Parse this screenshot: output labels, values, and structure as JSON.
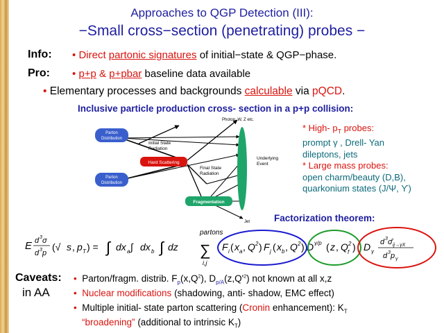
{
  "title": {
    "line1": "Approaches to QGP Detection (III):",
    "line2": "−Small cross−section (penetrating) probes −"
  },
  "info": {
    "label": "Info:",
    "bullet": "•",
    "part1": "Direct ",
    "link": "partonic signatures",
    "part2": " of initial−state & QGP−phase."
  },
  "pro": {
    "label": "Pro:",
    "bullet": "•",
    "link1": "p+p",
    "amp": " & ",
    "link2": "p+pbar",
    "rest": " baseline data available"
  },
  "elementary": {
    "bullet": "•",
    "part1": "Elementary processes and backgrounds ",
    "link": "calculable",
    "part2": " via ",
    "pqcd": "pQCD",
    "dot": "."
  },
  "inclusive_heading": "Inclusive particle production cross- section in a p+p collision:",
  "diagram": {
    "parton_dist_1": [
      "Parton",
      "Distribution"
    ],
    "parton_dist_2": [
      "Parton",
      "Distribution"
    ],
    "isr": [
      "Initial State",
      "Radiation"
    ],
    "hard_scattering": "Hard Scattering",
    "fsr": [
      "Final State",
      "Radiation"
    ],
    "underlying": [
      "Underlying",
      "Event"
    ],
    "photon": "Photon, W, Z etc.",
    "fragmentation": "Fragmentation",
    "jet": "Jet"
  },
  "probes": {
    "l1": "* High- p",
    "l1_sub": "T",
    "l1_end": " probes:",
    "l2": "prompt γ , Drell- Yan",
    "l3": "dileptons, jets",
    "l4": "* Large mass probes:",
    "l5": "open charm/beauty (D,B),",
    "l6_a": "quarkonium states (J/",
    "l6_psi": "Ψ",
    "l6_b": ", ",
    "l6_ups": "ϒ",
    "l6_c": ")"
  },
  "factorization": "Factorization theorem:",
  "formula": {
    "partons_label": "partons",
    "sum_index": "i,j"
  },
  "caveats": {
    "label": "Caveats:",
    "in_aa": "in AA",
    "b1_pre": "Parton/fragm. distrib. F",
    "b1_sub": "p",
    "b1_mid1": "(x,Q",
    "b1_sup1": "2",
    "b1_mid2": "), D",
    "b1_sub2": "p/A",
    "b1_mid3": "(z,Q'",
    "b1_sup2": "2",
    "b1_end": ") not known at all x,z",
    "b2_red": "Nuclear modifications",
    "b2_rest": " (shadowing, anti- shadow, EMC effect)",
    "b3_pre": "Multiple initial- state parton scattering (",
    "b3_red": "Cronin",
    "b3_mid": " enhancement): K",
    "b3_sub": "T",
    "b4_red": "“broadening”",
    "b4_rest": " (additional to intrinsic K",
    "b4_sub": "T",
    "b4_end": ")"
  },
  "colors": {
    "title_blue": "#1e1ea0",
    "accent_red": "#d9140f",
    "teal": "#0b6a7a",
    "box_blue": "#3a5fcd",
    "jet_green": "#1fa56a",
    "ellipse_blue": "#1a1acf",
    "ellipse_green": "#1b9a2a",
    "ellipse_red": "#d9140f"
  }
}
